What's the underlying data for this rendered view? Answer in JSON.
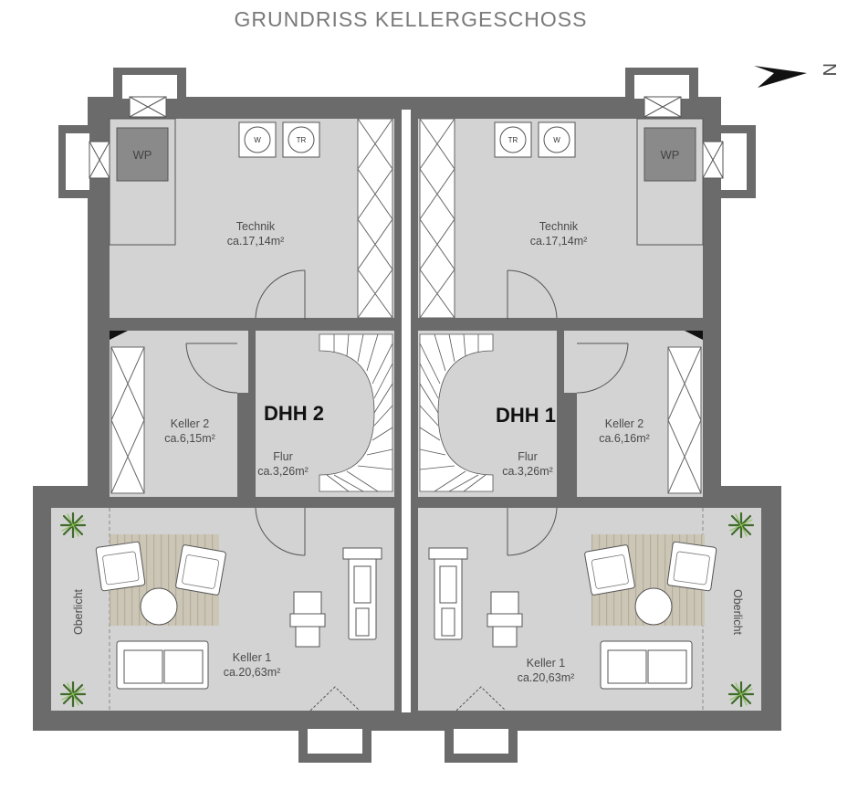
{
  "title": "GRUNDRISS  KELLERGESCHOSS",
  "compass": {
    "label": "N"
  },
  "left_unit": {
    "name": "DHH 2",
    "rooms": {
      "technik": {
        "name": "Technik",
        "area": "ca.17,14m²"
      },
      "keller2": {
        "name": "Keller 2",
        "area": "ca.6,15m²"
      },
      "flur": {
        "name": "Flur",
        "area": "ca.3,26m²"
      },
      "keller1": {
        "name": "Keller 1",
        "area": "ca.20,63m²"
      }
    },
    "heat_pump": "WP",
    "washer": "W",
    "dryer": "TR",
    "skylight": "Oberlicht"
  },
  "right_unit": {
    "name": "DHH 1",
    "rooms": {
      "technik": {
        "name": "Technik",
        "area": "ca.17,14m²"
      },
      "keller2": {
        "name": "Keller 2",
        "area": "ca.6,16m²"
      },
      "flur": {
        "name": "Flur",
        "area": "ca.3,26m²"
      },
      "keller1": {
        "name": "Keller 1",
        "area": "ca.20,63m²"
      }
    },
    "heat_pump": "WP",
    "washer": "W",
    "dryer": "TR",
    "skylight": "Oberlicht"
  },
  "colors": {
    "wall": "#6b6b6b",
    "floor": "#d3d3d3",
    "terrace": "#dcdcdc",
    "heat_pump": "#8a8a8a",
    "deck": "#c9c3b3"
  }
}
